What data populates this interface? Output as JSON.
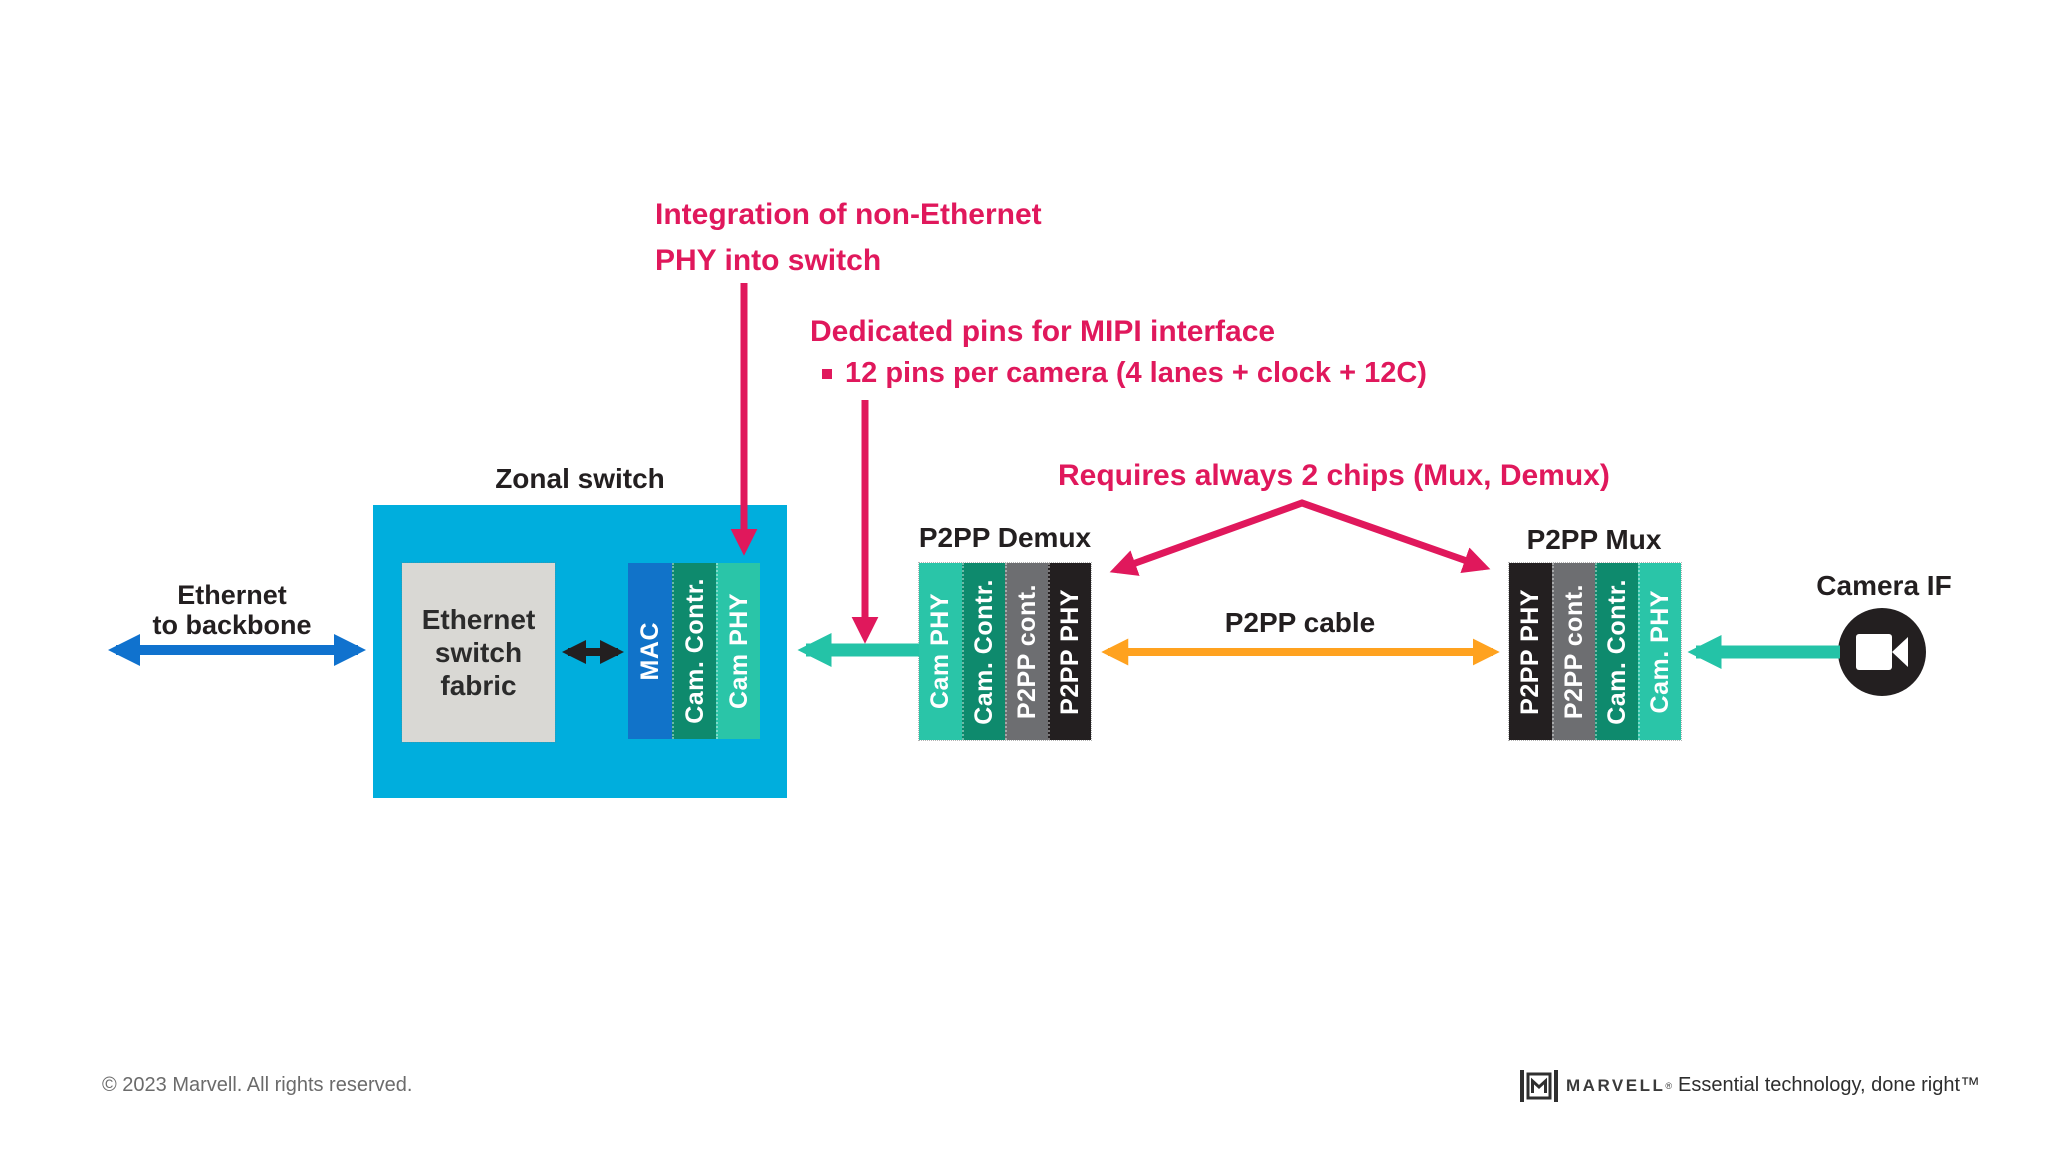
{
  "slide": {
    "background": "#ffffff"
  },
  "annotations": {
    "color": "#E0185C",
    "integration_line1": "Integration of non-Ethernet",
    "integration_line2": "PHY into switch",
    "dedicated_title": "Dedicated pins for MIPI interface",
    "dedicated_bullet": "12 pins per camera (4 lanes + clock + 12C)",
    "requires_chips": "Requires always 2 chips (Mux, Demux)"
  },
  "zonal_switch": {
    "title": "Zonal switch",
    "box_color": "#00AEDD",
    "fabric_label": "Ethernet switch fabric",
    "fabric_color": "#D9D8D4",
    "bars": [
      {
        "label": "MAC",
        "color": "#1173C9"
      },
      {
        "label": "Cam. Contr.",
        "color": "#0E8A6D"
      },
      {
        "label": "Cam PHY",
        "color": "#2AC5A8"
      }
    ]
  },
  "demux": {
    "title": "P2PP Demux",
    "bars": [
      {
        "label": "Cam PHY",
        "color": "#2AC5A8"
      },
      {
        "label": "Cam. Contr.",
        "color": "#0E8A6D"
      },
      {
        "label": "P2PP cont.",
        "color": "#6D6E71"
      },
      {
        "label": "P2PP PHY",
        "color": "#231F20"
      }
    ]
  },
  "mux": {
    "title": "P2PP Mux",
    "bars": [
      {
        "label": "P2PP PHY",
        "color": "#231F20"
      },
      {
        "label": "P2PP cont.",
        "color": "#6D6E71"
      },
      {
        "label": "Cam. Contr.",
        "color": "#0E8A6D"
      },
      {
        "label": "Cam. PHY",
        "color": "#2AC5A8"
      }
    ]
  },
  "camera": {
    "label": "Camera IF",
    "icon": "video-camera-icon",
    "circle_color": "#231F20"
  },
  "connections": {
    "ethernet_backbone": {
      "label_line1": "Ethernet",
      "label_line2": "to backbone",
      "color": "#1072CE",
      "type": "double-arrow"
    },
    "fabric_mac": {
      "color": "#231F20",
      "type": "double-arrow"
    },
    "demux_to_switch": {
      "color": "#24C3A7",
      "type": "arrow-left"
    },
    "p2pp_cable": {
      "label": "P2PP cable",
      "color": "#FFA21F",
      "type": "double-arrow"
    },
    "camera_to_mux": {
      "color": "#24C3A7",
      "type": "arrow-left"
    }
  },
  "footer": {
    "copyright": "© 2023 Marvell. All rights reserved.",
    "logo_icon": "marvell-logo-icon",
    "logo_text": "MARVELL",
    "logo_mark": "®",
    "tagline": "Essential technology, done right™"
  }
}
